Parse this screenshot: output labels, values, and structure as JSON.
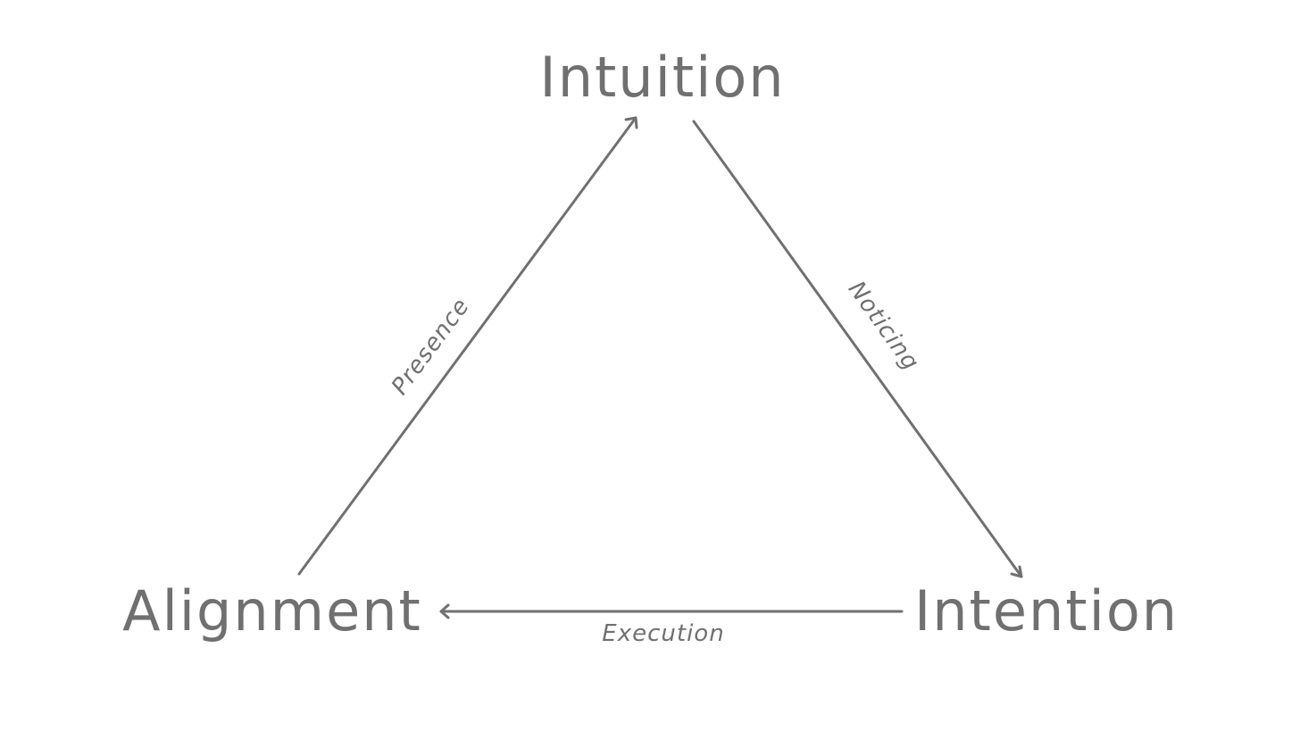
{
  "colors": {
    "background": "#ffffff",
    "ink": "#707070"
  },
  "nodes": {
    "top": "Intuition",
    "right": "Intention",
    "left": "Alignment"
  },
  "edges": [
    {
      "from": "left",
      "to": "top",
      "label": "Presence"
    },
    {
      "from": "top",
      "to": "right",
      "label": "Noticing"
    },
    {
      "from": "right",
      "to": "left",
      "label": "Execution"
    }
  ]
}
